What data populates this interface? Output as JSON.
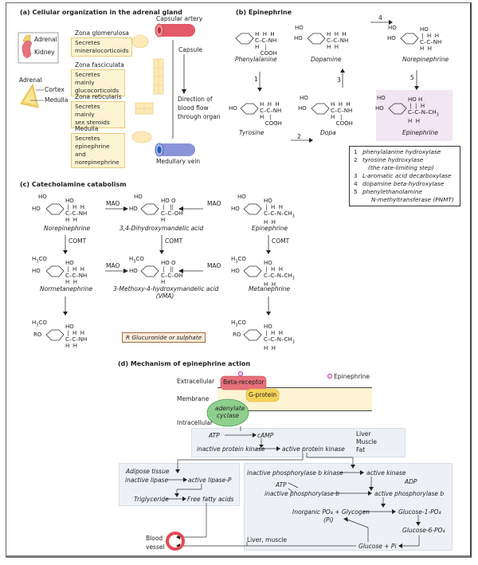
{
  "panel_a": {
    "title": "(a) Cellular organization in the adrenal gland",
    "inset_labels": {
      "adrenal": "Adrenal",
      "kidney": "Kidney"
    },
    "adrenal_labels": {
      "adrenal": "Adrenal",
      "cortex": "Cortex",
      "medulla": "Medulla"
    },
    "zones": [
      {
        "name": "Zona glomerulosa",
        "text": [
          "Secretes",
          "mineralocorticoids"
        ]
      },
      {
        "name": "Zona fasciculata",
        "text": [
          "Secretes mainly",
          "glucocorticoids"
        ]
      },
      {
        "name": "Zona reticularis",
        "text": [
          "Secretes mainly",
          "sex steroids"
        ]
      },
      {
        "name": "Medulla",
        "text": [
          "Secretes",
          "epinephrine and",
          "norepinephrine"
        ]
      }
    ],
    "capsular_artery": "Capsular artery",
    "capsule": "Capsule",
    "flow": [
      "Direction of",
      "blood flow",
      "through organ"
    ],
    "medullary_vein": "Medullary vein",
    "colors": {
      "artery": "#e35a6a",
      "vein": "#8a94d8",
      "zone_fill": "#fdf4d3",
      "cortex": "#f5d36a"
    }
  },
  "panel_b": {
    "title": "(b) Epinephrine",
    "compounds": {
      "phenylalanine": "Phenylalanine",
      "dopamine": "Dopamine",
      "norepinephrine": "Norepinephrine",
      "tyrosine": "Tyrosine",
      "dopa": "Dopa",
      "epinephrine": "Epinephrine"
    },
    "steps": [
      "1",
      "2",
      "3",
      "4",
      "5"
    ],
    "enzymes": [
      {
        "num": "1",
        "name": "phenylalanine hydroxylase"
      },
      {
        "num": "2",
        "name": "tyrosine hydroxylase"
      },
      {
        "num": "",
        "name": "(the rate-limiting step)"
      },
      {
        "num": "3",
        "name": "L-aromatic acid decarboxylase"
      },
      {
        "num": "4",
        "name": "dopamine beta-hydroxylase"
      },
      {
        "num": "5",
        "name": "phenylethanolamine"
      },
      {
        "num": "",
        "name": "N-methyltransferase (PNMT)"
      }
    ],
    "highlight_color": "#f1e6f1"
  },
  "panel_c": {
    "title": "(c) Catecholamine catabolism",
    "compounds": {
      "norepinephrine": "Norepinephrine",
      "dhma": "3,4-Dihydroxymandelic acid",
      "epinephrine": "Epinephrine",
      "normetanephrine": "Normetanephrine",
      "vma": [
        "3-Methoxy-4-hydroxymandelic acid",
        "(VMA)"
      ],
      "metanephrine": "Metanephrine"
    },
    "enzymes": {
      "mao": "MAO",
      "comt": "COMT"
    },
    "r_note": "R Glucuronide or sulphate"
  },
  "panel_d": {
    "title": "(d) Mechanism of epinephrine action",
    "regions": {
      "extracellular": "Extracellular",
      "membrane": "Membrane",
      "intracellular": "Intracellular"
    },
    "proteins": {
      "beta_receptor": "Beta-receptor",
      "g_protein": "G-protein",
      "adenylate_cyclase": [
        "adenylate",
        "cyclase"
      ]
    },
    "legend": "Epinephrine",
    "cascade": {
      "atp": "ATP",
      "camp": "cAMP",
      "inactive_pk": "inactive protein kinase",
      "active_pk": "active protein kinase",
      "tissues": [
        "Liver",
        "Muscle",
        "Fat"
      ]
    },
    "adipose": {
      "title": "Adipose tissue",
      "inactive_lipase": "inactive lipase",
      "active_lipase": "active lipase-P",
      "triglyceride": "Triglyceride",
      "ffa": "Free fatty acids"
    },
    "liver": {
      "inactive_pbk": "inactive phosphorylase b kinase",
      "active_kinase": "active kinase",
      "atp": "ATP",
      "adp": "ADP",
      "inactive_pb": "inactive phosphorylase b",
      "active_pb": "active phosphorylase b",
      "inorganic": "Inorganic PO₄ + Glycogen",
      "pi": "(Pi)",
      "g1p": "Glucose-1-PO₄",
      "g6p": "Glucose-6-PO₄",
      "glucose": "Glucose + Pi",
      "label": "Liver, muscle"
    },
    "blood_vessel": [
      "Blood",
      "vessel"
    ],
    "colors": {
      "receptor": "#e8707a",
      "g_protein": "#f6d35a",
      "cyclase": "#8fd08e",
      "membrane": "#fdf4d3",
      "epinephrine_dot": "#b75aa6",
      "panel": "#edf1f5",
      "vessel": "#e04a55"
    }
  }
}
